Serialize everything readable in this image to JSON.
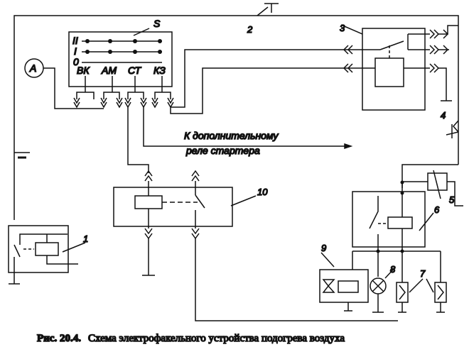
{
  "caption": {
    "figure": "Рис. 20.4.",
    "text": "Схема электрофакельного устройства подогрева воздуха"
  },
  "labels": {
    "switch_name": "S",
    "positions": [
      "II",
      "I",
      "0"
    ],
    "terminals": [
      "ВК",
      "АМ",
      "СТ",
      "КЗ"
    ],
    "ammeter": "A",
    "note_line1": "К дополнительному",
    "note_line2": "реле стартера"
  },
  "callouts": [
    "1",
    "2",
    "3",
    "4",
    "5",
    "6",
    "7",
    "8",
    "9",
    "10"
  ]
}
